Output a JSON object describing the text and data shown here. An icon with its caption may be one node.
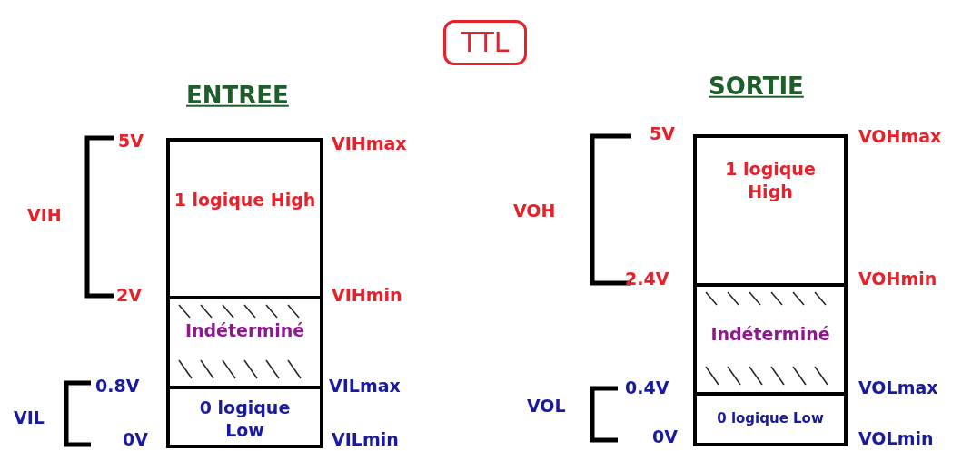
{
  "diagram": {
    "title": "TTL",
    "nodes": [
      {
        "text": [
          "1 logique High"
        ]
      },
      {
        "text": [
          "Indéterminé"
        ]
      },
      {
        "text": [
          "0 logique Low"
        ]
      },
      {
        "text": [
          "1 logique High"
        ]
      },
      {
        "text": [
          "Indéterminé"
        ]
      },
      {
        "text": [
          "0 logique Low"
        ]
      }
    ],
    "labels": [
      "ENTREE",
      "SORTIE",
      "5V",
      "VIHmax",
      "5V",
      "VOHmax",
      "VIH",
      "VOH",
      "2V",
      "VIHmin",
      "2.4V",
      "VOHmin",
      "0.8V",
      "VILmax",
      "0.4V",
      "VOLmax",
      "VIL",
      "VOL",
      "0V",
      "VILmin",
      "0V",
      "VOLmin"
    ]
  }
}
